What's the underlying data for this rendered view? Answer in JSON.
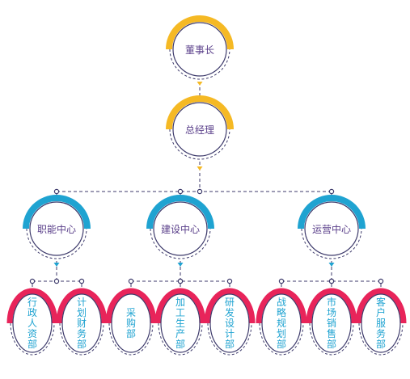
{
  "colors": {
    "top": "#F5B924",
    "center": "#1FA3D1",
    "department": "#E8245A",
    "connector": "#3D3A6B",
    "label_top": "#5A3F8A",
    "label_center": "#5A3F8A",
    "label_department": "#1FA3D1"
  },
  "chairman": {
    "label": "董事长"
  },
  "general_manager": {
    "label": "总经理"
  },
  "centers": [
    {
      "label": "职能中心",
      "departments": [
        "行政人资部",
        "计划财务部"
      ]
    },
    {
      "label": "建设中心",
      "departments": [
        "采购部",
        "加工生产部",
        "研发设计部"
      ]
    },
    {
      "label": "运营中心",
      "departments": [
        "战略规划部",
        "市场销售部",
        "客户服务部"
      ]
    }
  ]
}
